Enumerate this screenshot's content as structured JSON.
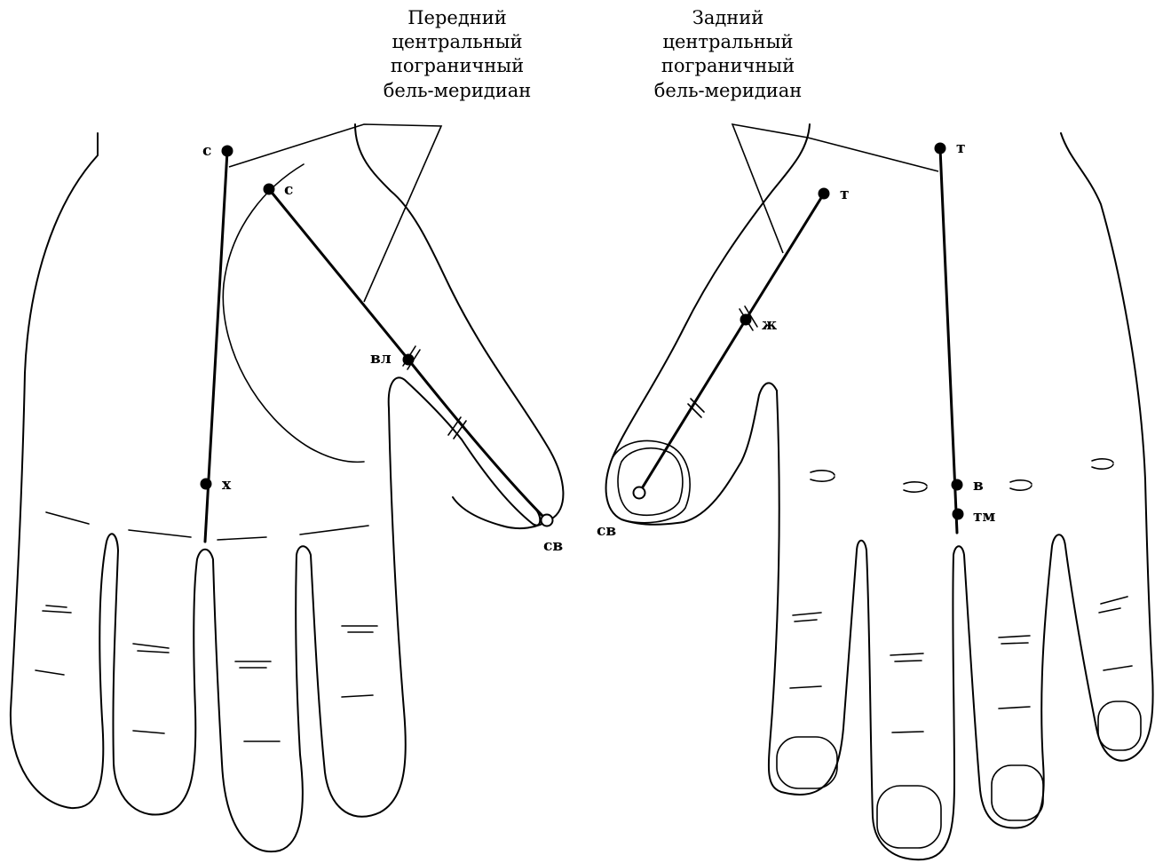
{
  "captions": {
    "anterior": [
      "Передний",
      "центральный",
      "пограничный",
      "бель-меридиан"
    ],
    "posterior": [
      "Задний",
      "центральный",
      "пограничный",
      "бель-меридиан"
    ]
  },
  "points": {
    "left_hand": {
      "c_top": "с",
      "c_thumb": "с",
      "vl": "вл",
      "x": "х",
      "sv": "св"
    },
    "right_hand": {
      "t_top": "т",
      "t_thumb": "т",
      "zh": "ж",
      "v": "в",
      "tm": "тм",
      "sv": "св"
    }
  }
}
